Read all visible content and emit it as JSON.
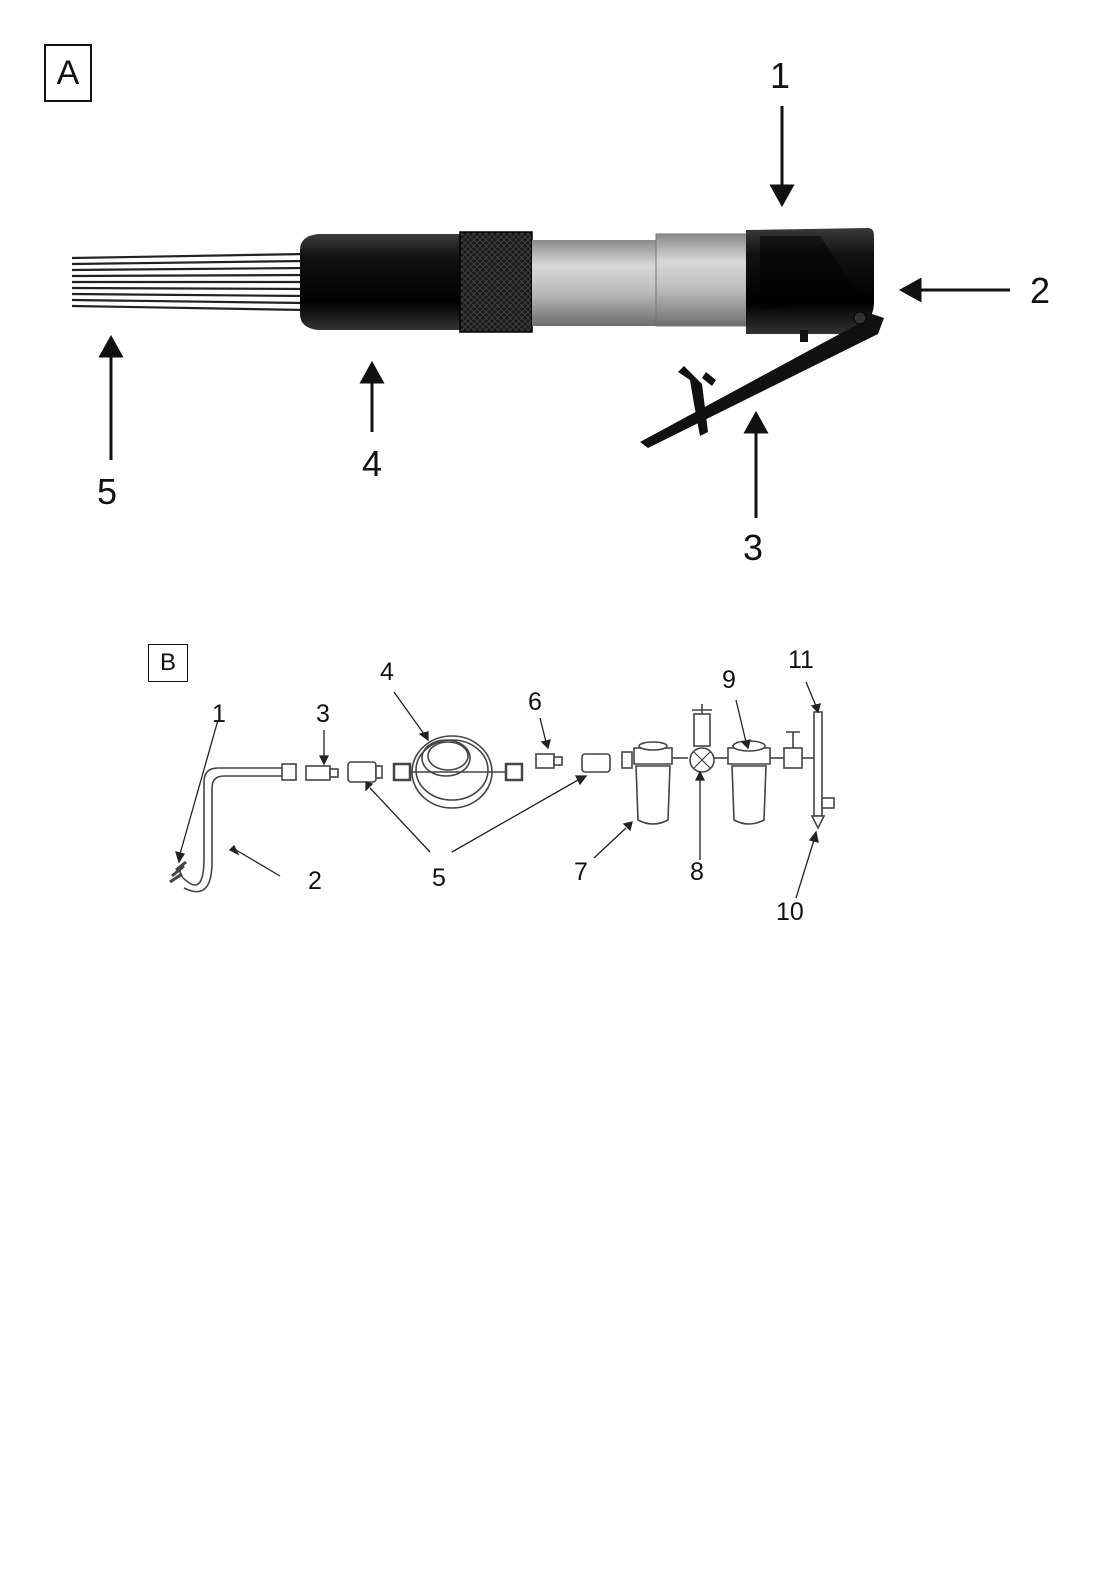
{
  "figure_a": {
    "label": "A",
    "callouts": [
      "1",
      "2",
      "3",
      "4",
      "5"
    ]
  },
  "figure_b": {
    "label": "B",
    "callouts": [
      "1",
      "2",
      "3",
      "4",
      "5",
      "6",
      "7",
      "8",
      "9",
      "10",
      "11"
    ]
  }
}
